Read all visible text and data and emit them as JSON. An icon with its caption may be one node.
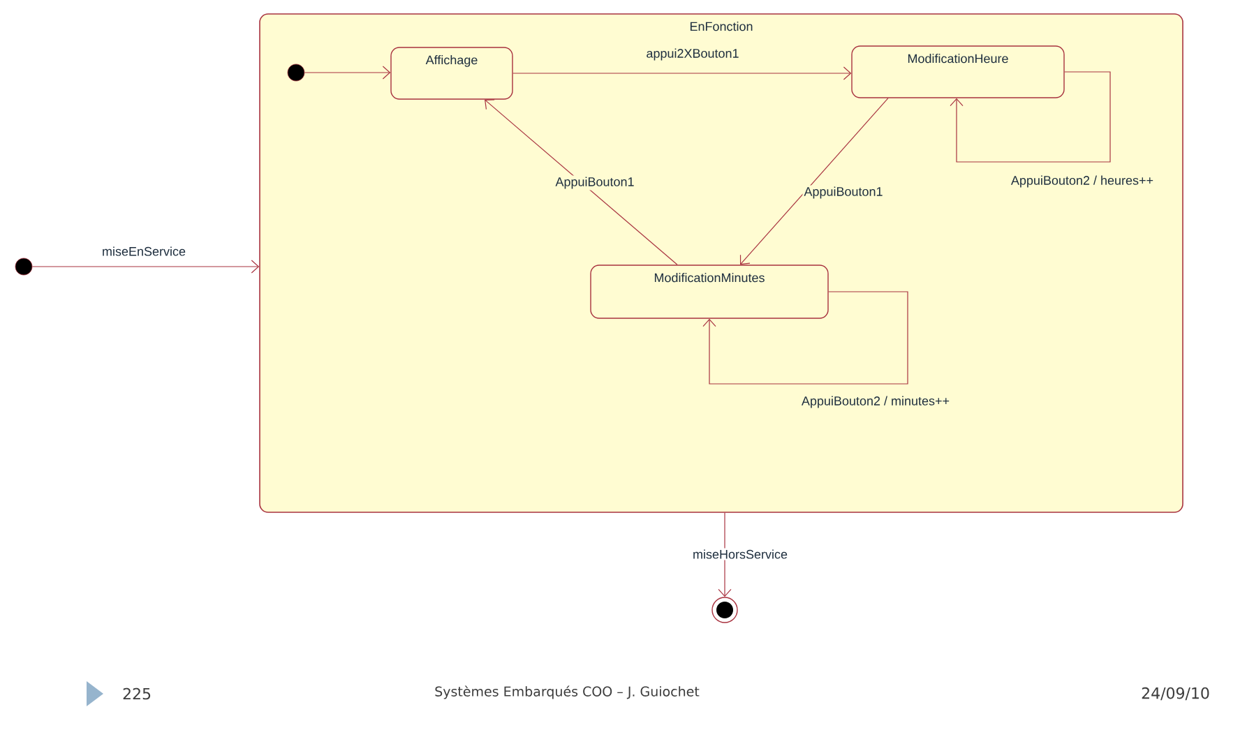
{
  "diagram": {
    "nodes": [
      {
        "text": [
          "EnFonction"
        ]
      },
      {
        "text": [],
        "shape": "circle",
        "in": 0
      },
      {
        "text": [
          "Affichage"
        ],
        "in": 0
      },
      {
        "text": [
          "ModificationHeure"
        ],
        "in": 0
      },
      {
        "text": [
          "ModificationMinutes"
        ],
        "in": 0
      },
      {
        "text": [],
        "shape": "circle"
      },
      {
        "text": [],
        "shape": "circle"
      }
    ],
    "edges": [
      {
        "from": 5,
        "to": 0,
        "arrow": "to",
        "label": "miseEnService"
      },
      {
        "from": 1,
        "to": 2,
        "arrow": "to"
      },
      {
        "from": 2,
        "to": 3,
        "arrow": "to",
        "label": "appui2XBouton1"
      },
      {
        "from": 3,
        "to": 4,
        "arrow": "to",
        "label": "AppuiBouton1"
      },
      {
        "from": 4,
        "to": 2,
        "arrow": "to",
        "label": "AppuiBouton1"
      },
      {
        "from": 3,
        "to": 3,
        "arrow": "to",
        "label": "AppuiBouton2 / heures++"
      },
      {
        "from": 4,
        "to": 4,
        "arrow": "to",
        "label": "AppuiBouton2 / minutes++"
      },
      {
        "from": 0,
        "to": 6,
        "arrow": "to",
        "label": "miseHorsService"
      }
    ],
    "labels": [
      "225",
      "Systèmes Embarqués COO – J. Guiochet",
      "24/09/10"
    ]
  }
}
